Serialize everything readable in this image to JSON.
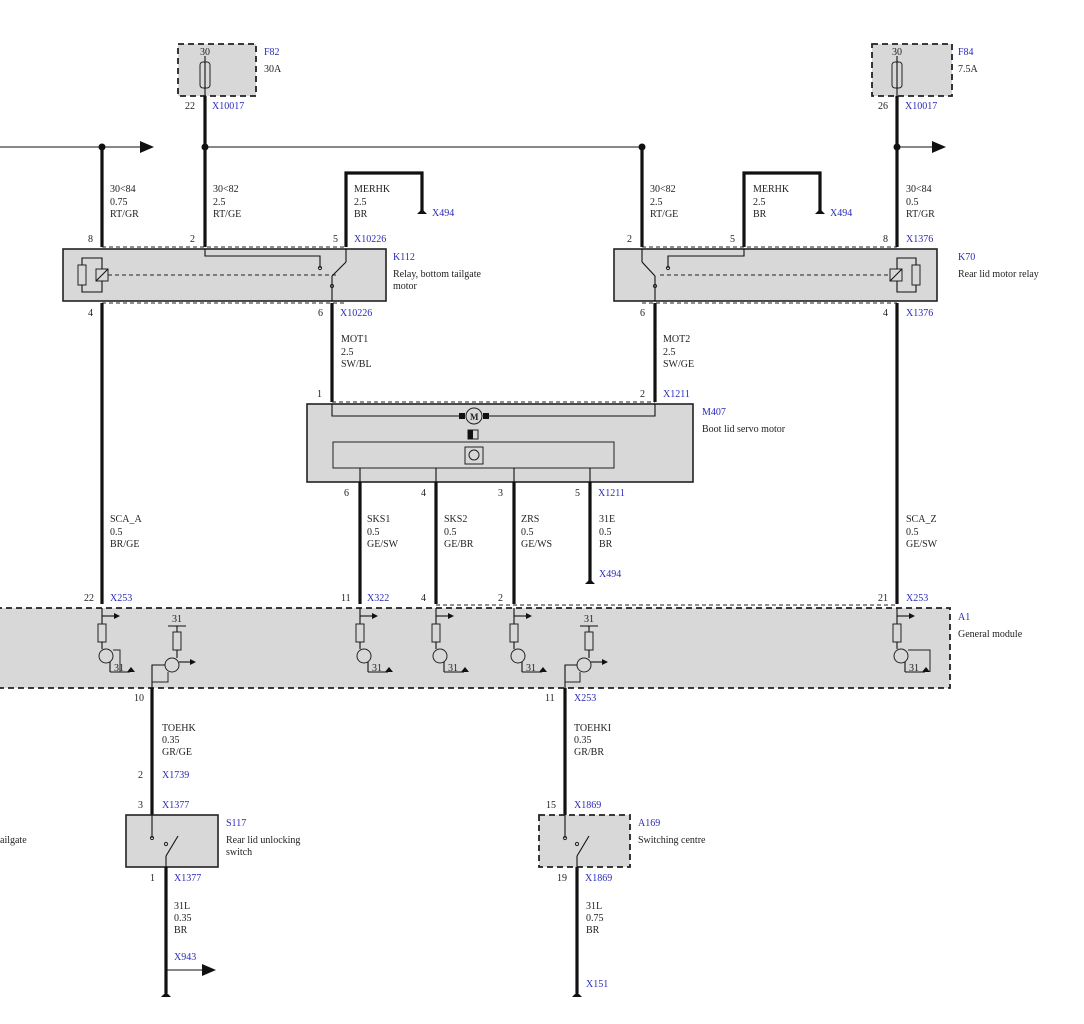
{
  "components": {
    "F82": {
      "id": "F82",
      "pin": "30",
      "rating": "30A",
      "out_pin": "22",
      "connector": "X10017"
    },
    "F84": {
      "id": "F84",
      "pin": "30",
      "rating": "7.5A",
      "out_pin": "26",
      "connector": "X10017"
    },
    "K112": {
      "id": "K112",
      "desc1": "Relay, bottom    tailgate",
      "desc2": "motor",
      "conn_top": "X10226",
      "conn_bot": "X10226",
      "pins": {
        "p8": "8",
        "p2": "2",
        "p5": "5",
        "p4": "4",
        "p6": "6"
      }
    },
    "K70": {
      "id": "K70",
      "desc": "Rear lid motor relay",
      "conn_top": "X1376",
      "conn_bot": "X1376",
      "pins": {
        "p2": "2",
        "p5": "5",
        "p8": "8",
        "p6": "6",
        "p4": "4"
      }
    },
    "M407": {
      "id": "M407",
      "desc": "Boot lid servo motor",
      "conn_top": "X1211",
      "conn_bot": "X1211",
      "pins": {
        "p1": "1",
        "p2": "2",
        "p6": "6",
        "p4": "4",
        "p3": "3",
        "p5": "5"
      }
    },
    "A1": {
      "id": "A1",
      "desc": "General module",
      "ground": "31",
      "pins": {
        "p22": "22",
        "p11": "11",
        "p4": "4",
        "p2": "2",
        "p21": "21",
        "p10": "10",
        "p11b": "11"
      },
      "conns": {
        "c22": "X253",
        "c11": "X322",
        "c21": "X253",
        "c11b": "X253"
      }
    },
    "S117": {
      "id": "S117",
      "desc1": "Rear lid unlocking",
      "desc2": "switch",
      "pin_top": "3",
      "conn_top": "X1377",
      "pin_bot": "1",
      "conn_bot": "X1377"
    },
    "A169": {
      "id": "A169",
      "desc": "Switching centre",
      "pin_top": "15",
      "conn_top": "X1869",
      "pin_bot": "19",
      "conn_bot": "X1869"
    }
  },
  "wires": {
    "w30_84_l": {
      "name": "30<84",
      "size": "0.75",
      "color": "RT/GR"
    },
    "w30_82_l": {
      "name": "30<82",
      "size": "2.5",
      "color": "RT/GE"
    },
    "merhk_l": {
      "name": "MERHK",
      "size": "2.5",
      "color": "BR",
      "ground": "X494"
    },
    "w30_82_r": {
      "name": "30<82",
      "size": "2.5",
      "color": "RT/GE"
    },
    "merhk_r": {
      "name": "MERHK",
      "size": "2.5",
      "color": "BR",
      "ground": "X494"
    },
    "w30_84_r": {
      "name": "30<84",
      "size": "0.5",
      "color": "RT/GR"
    },
    "mot1": {
      "name": "MOT1",
      "size": "2.5",
      "color": "SW/BL"
    },
    "mot2": {
      "name": "MOT2",
      "size": "2.5",
      "color": "SW/GE"
    },
    "sca_a": {
      "name": "SCA_A",
      "size": "0.5",
      "color": "BR/GE"
    },
    "sks1": {
      "name": "SKS1",
      "size": "0.5",
      "color": "GE/SW"
    },
    "sks2": {
      "name": "SKS2",
      "size": "0.5",
      "color": "GE/BR"
    },
    "zrs": {
      "name": "ZRS",
      "size": "0.5",
      "color": "GE/WS"
    },
    "w31e": {
      "name": "31E",
      "size": "0.5",
      "color": "BR",
      "ground": "X494"
    },
    "sca_z": {
      "name": "SCA_Z",
      "size": "0.5",
      "color": "GE/SW"
    },
    "toehk": {
      "name": "TOEHK",
      "size": "0.35",
      "color": "GR/GE",
      "pin": "2",
      "conn": "X1739"
    },
    "toehki": {
      "name": "TOEHKI",
      "size": "0.35",
      "color": "GR/BR"
    },
    "w31l_l": {
      "name": "31L",
      "size": "0.35",
      "color": "BR",
      "conn": "X943"
    },
    "w31l_r": {
      "name": "31L",
      "size": "0.75",
      "color": "BR",
      "conn": "X151"
    }
  },
  "edge_label": "ailgate",
  "motor_symbol": "M"
}
